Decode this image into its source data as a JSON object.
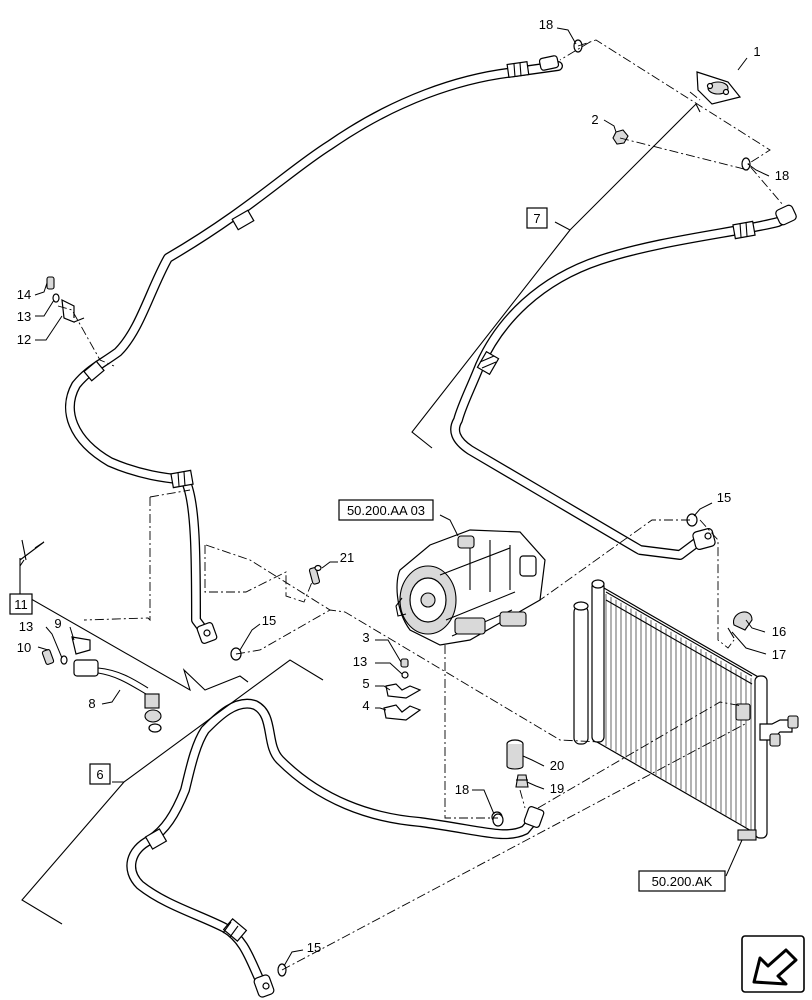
{
  "callouts": [
    {
      "id": "c1",
      "label": "1"
    },
    {
      "id": "c2",
      "label": "2"
    },
    {
      "id": "c3",
      "label": "3"
    },
    {
      "id": "c4",
      "label": "4"
    },
    {
      "id": "c5",
      "label": "5"
    },
    {
      "id": "c8",
      "label": "8"
    },
    {
      "id": "c9",
      "label": "9"
    },
    {
      "id": "c10",
      "label": "10"
    },
    {
      "id": "c12",
      "label": "12"
    },
    {
      "id": "c13a",
      "label": "13"
    },
    {
      "id": "c13b",
      "label": "13"
    },
    {
      "id": "c13c",
      "label": "13"
    },
    {
      "id": "c14",
      "label": "14"
    },
    {
      "id": "c15a",
      "label": "15"
    },
    {
      "id": "c15b",
      "label": "15"
    },
    {
      "id": "c15c",
      "label": "15"
    },
    {
      "id": "c16",
      "label": "16"
    },
    {
      "id": "c17",
      "label": "17"
    },
    {
      "id": "c18a",
      "label": "18"
    },
    {
      "id": "c18b",
      "label": "18"
    },
    {
      "id": "c18c",
      "label": "18"
    },
    {
      "id": "c19",
      "label": "19"
    },
    {
      "id": "c20",
      "label": "20"
    },
    {
      "id": "c21",
      "label": "21"
    }
  ],
  "boxed_callouts": [
    {
      "id": "b6",
      "label": "6"
    },
    {
      "id": "b7",
      "label": "7"
    },
    {
      "id": "b11",
      "label": "11"
    }
  ],
  "references": {
    "compressor": "50.200.AA 03",
    "condenser": "50.200.AK"
  },
  "nav_icon": "arrow-back-icon"
}
